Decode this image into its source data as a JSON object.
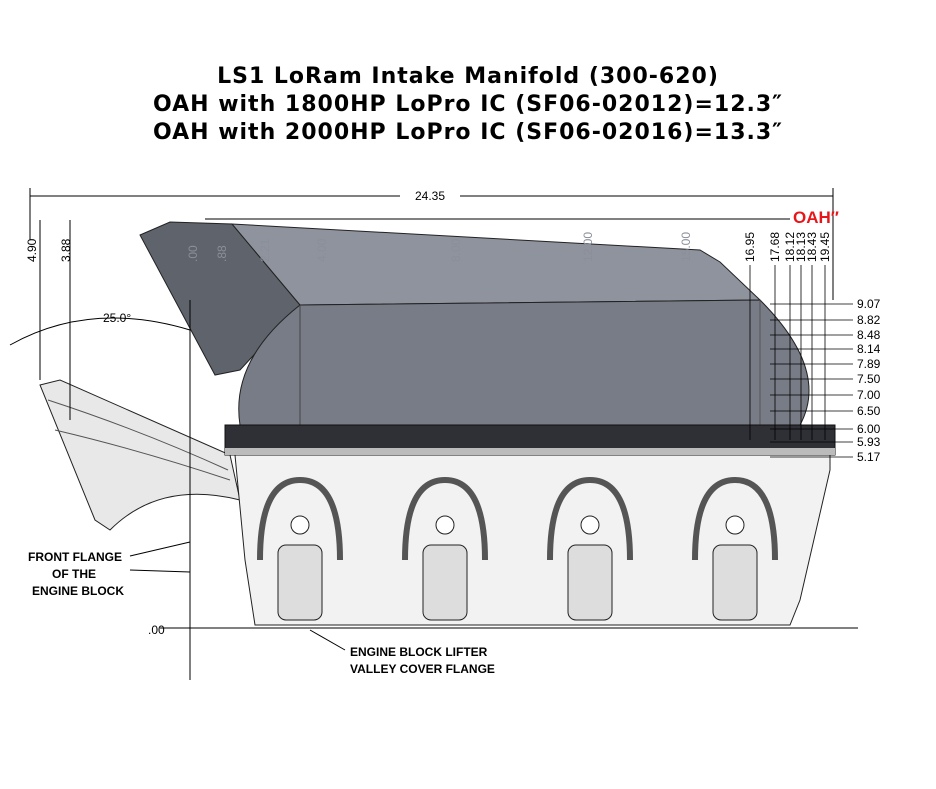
{
  "title": {
    "line1": "LS1 LoRam Intake Manifold (300-620)",
    "line2": "OAH with 1800HP LoPro IC (SF06-02012)=12.3″",
    "line3": "OAH with 2000HP LoPro IC (SF06-02016)=13.3″"
  },
  "dimensions": {
    "overall_length": "24.35",
    "oah_label": "OAH″",
    "oah_color": "#e8161b",
    "top": [
      ".00",
      ".88",
      "2.21",
      "4.00",
      "8.00",
      "12.00",
      "15.00",
      "16.95",
      "17.68",
      "18.12",
      "18.13",
      "18.43",
      "19.45"
    ],
    "right": [
      "9.07",
      "8.82",
      "8.48",
      "8.14",
      "7.89",
      "7.50",
      "7.00",
      "6.50",
      "6.00",
      "5.93",
      "5.17"
    ],
    "left_heights": [
      "4.90",
      "3.88"
    ],
    "angle": "25.0°",
    "baseline": ".00"
  },
  "notes": {
    "front_flange": [
      "FRONT FLANGE",
      "OF THE",
      "ENGINE BLOCK"
    ],
    "lifter_valley": [
      "ENGINE BLOCK LIFTER",
      "VALLEY COVER FLANGE"
    ]
  }
}
